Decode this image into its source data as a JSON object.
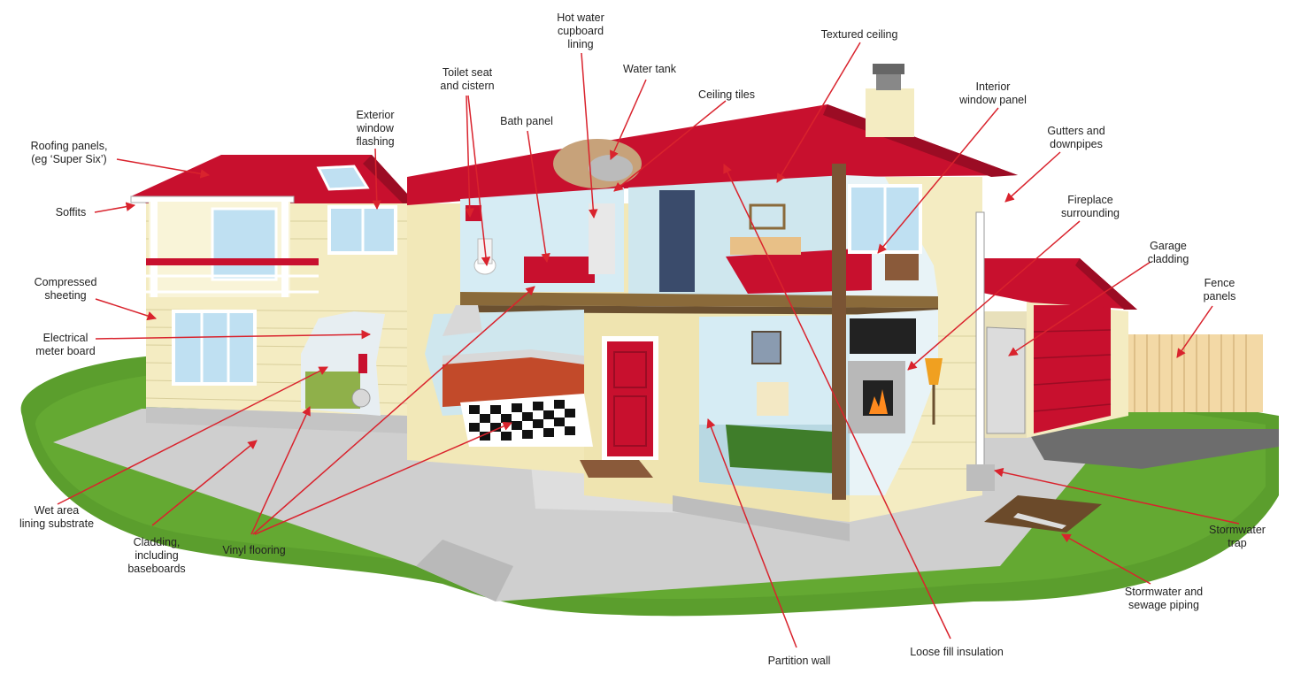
{
  "labels": {
    "roofing_panels": "Roofing panels,\n(eg ‘Super Six’)",
    "soffits": "Soffits",
    "compressed_sheeting": "Compressed\nsheeting",
    "electrical_meter_board": "Electrical\nmeter board",
    "exterior_window_flashing": "Exterior\nwindow\nflashing",
    "toilet_seat_cistern": "Toilet seat\nand cistern",
    "hot_water_cupboard": "Hot water\ncupboard\nlining",
    "water_tank": "Water tank",
    "bath_panel": "Bath panel",
    "ceiling_tiles": "Ceiling tiles",
    "textured_ceiling": "Textured ceiling",
    "interior_window_panel": "Interior\nwindow panel",
    "gutters_downpipes": "Gutters and\ndownpipes",
    "fireplace_surrounding": "Fireplace\nsurrounding",
    "garage_cladding": "Garage\ncladding",
    "fence_panels": "Fence\npanels",
    "wet_area_lining": "Wet area\nlining substrate",
    "cladding_baseboards": "Cladding,\nincluding\nbaseboards",
    "vinyl_flooring": "Vinyl flooring",
    "partition_wall": "Partition wall",
    "loose_fill_insulation": "Loose fill insulation",
    "stormwater_trap": "Stormwater\ntrap",
    "stormwater_sewage_piping": "Stormwater and\nsewage piping"
  },
  "colors": {
    "roof": "#c8102e",
    "cladding": "#f4ecc2",
    "grass": "#5b9e2d",
    "paving": "#cfcfcf",
    "leader_line": "#d9232d",
    "door": "#c8102e"
  }
}
